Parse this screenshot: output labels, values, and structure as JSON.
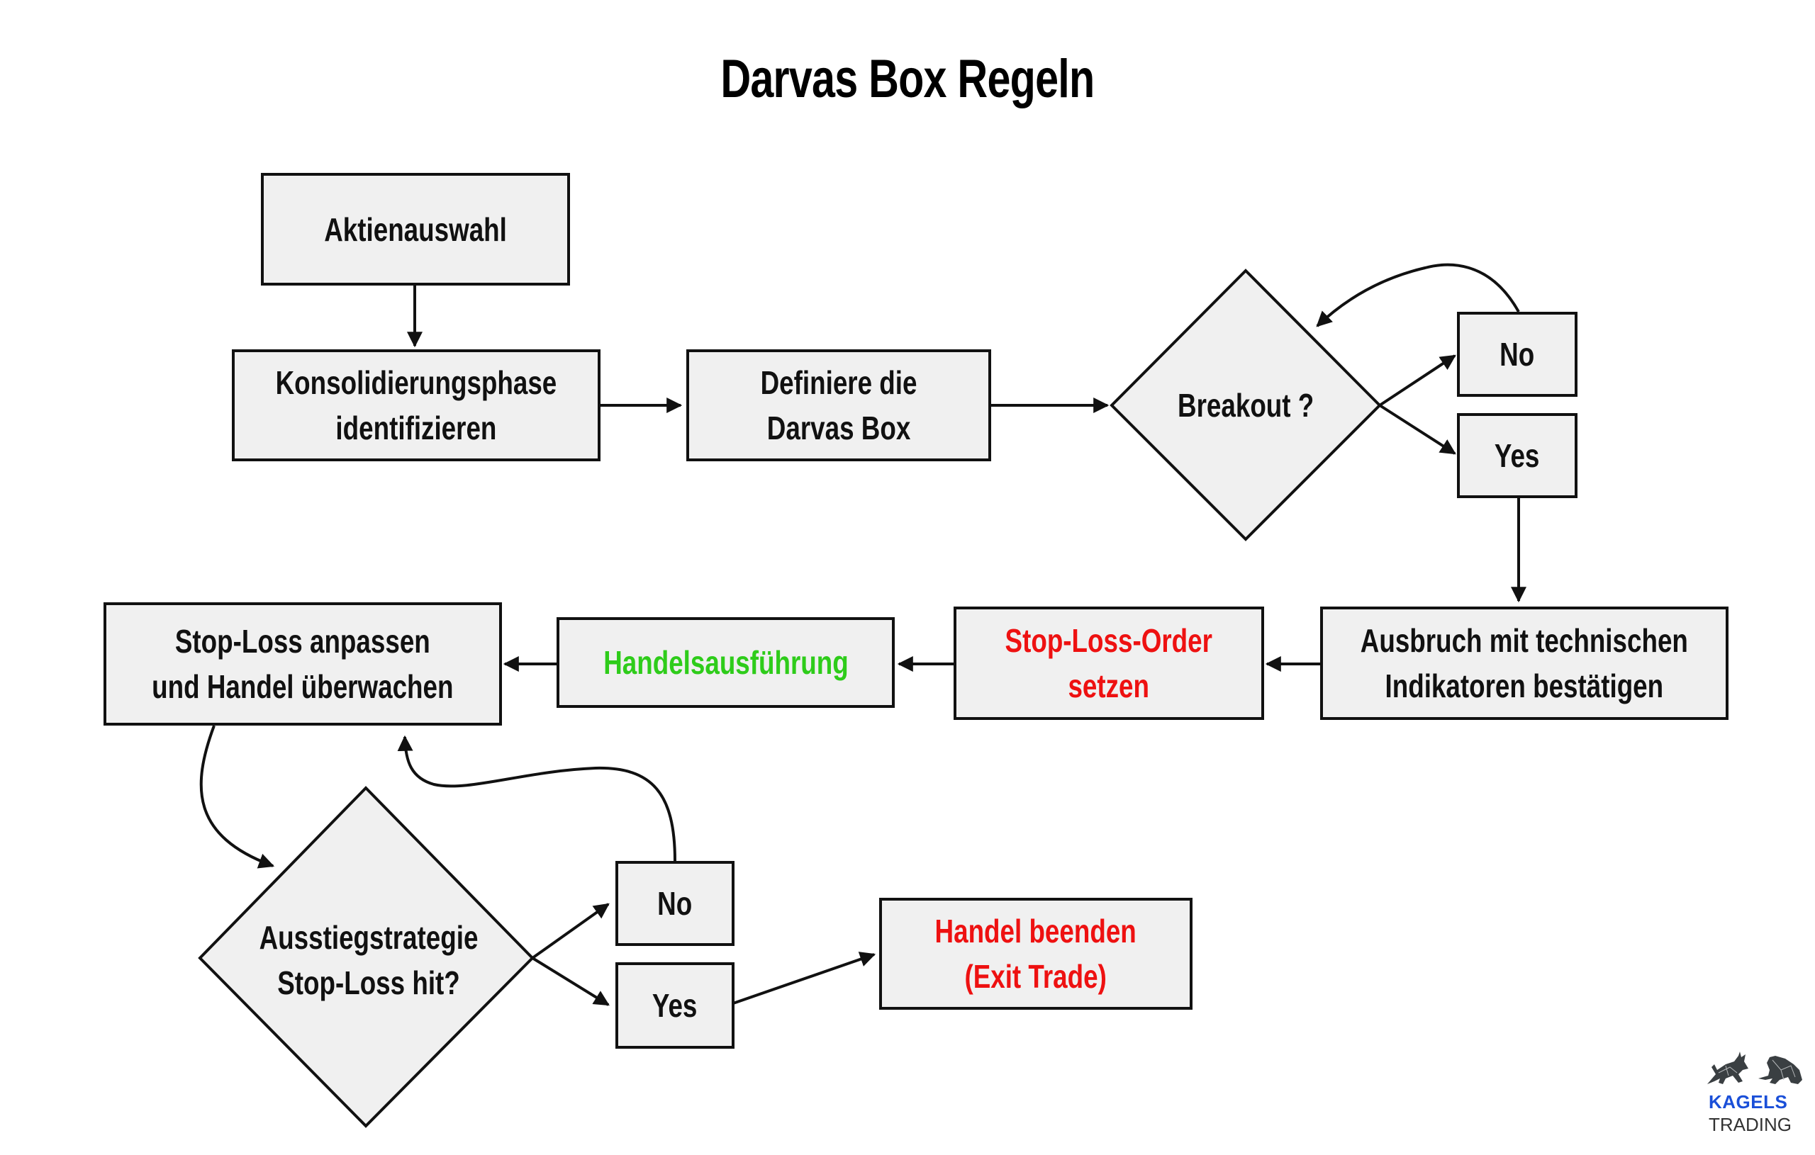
{
  "title": "Darvas Box Regeln",
  "colors": {
    "node_fill": "#f0f0f0",
    "stroke": "#111111",
    "text_default": "#111111",
    "text_red": "#ee1111",
    "text_green": "#2ecc1a",
    "logo_blue": "#1a4fd8",
    "logo_gray": "#333333"
  },
  "nodes": {
    "aktienauswahl": {
      "lines": [
        "Aktienauswahl"
      ],
      "shape": "box",
      "color": "default"
    },
    "konsolidierung": {
      "lines": [
        "Konsolidierungsphase",
        "identifizieren"
      ],
      "shape": "box",
      "color": "default"
    },
    "definiere": {
      "lines": [
        "Definiere die",
        "Darvas Box"
      ],
      "shape": "box",
      "color": "default"
    },
    "breakout": {
      "lines": [
        "Breakout ?"
      ],
      "shape": "diamond",
      "color": "default"
    },
    "breakout_no": {
      "lines": [
        "No"
      ],
      "shape": "box",
      "color": "default"
    },
    "breakout_yes": {
      "lines": [
        "Yes"
      ],
      "shape": "box",
      "color": "default"
    },
    "ausbruch": {
      "lines": [
        "Ausbruch mit technischen",
        "Indikatoren bestätigen"
      ],
      "shape": "box",
      "color": "default"
    },
    "stop_loss_order": {
      "lines": [
        "Stop-Loss-Order",
        "setzen"
      ],
      "shape": "box",
      "color": "red"
    },
    "handelsausfuehrung": {
      "lines": [
        "Handelsausführung"
      ],
      "shape": "box",
      "color": "green"
    },
    "stop_loss_anpassen": {
      "lines": [
        "Stop-Loss anpassen",
        "und Handel überwachen"
      ],
      "shape": "box",
      "color": "default"
    },
    "ausstieg": {
      "lines": [
        "Ausstiegstrategie",
        "Stop-Loss hit?"
      ],
      "shape": "diamond",
      "color": "default"
    },
    "ausstieg_no": {
      "lines": [
        "No"
      ],
      "shape": "box",
      "color": "default"
    },
    "ausstieg_yes": {
      "lines": [
        "Yes"
      ],
      "shape": "box",
      "color": "default"
    },
    "handel_beenden": {
      "lines": [
        "Handel beenden",
        "(Exit Trade)"
      ],
      "shape": "box",
      "color": "red"
    }
  },
  "edges": [
    {
      "from": "aktienauswahl",
      "to": "konsolidierung"
    },
    {
      "from": "konsolidierung",
      "to": "definiere"
    },
    {
      "from": "definiere",
      "to": "breakout"
    },
    {
      "from": "breakout",
      "to": "breakout_no"
    },
    {
      "from": "breakout",
      "to": "breakout_yes"
    },
    {
      "from": "breakout_no",
      "to": "breakout",
      "style": "curved"
    },
    {
      "from": "breakout_yes",
      "to": "ausbruch"
    },
    {
      "from": "ausbruch",
      "to": "stop_loss_order"
    },
    {
      "from": "stop_loss_order",
      "to": "handelsausfuehrung"
    },
    {
      "from": "handelsausfuehrung",
      "to": "stop_loss_anpassen"
    },
    {
      "from": "stop_loss_anpassen",
      "to": "ausstieg",
      "style": "curved"
    },
    {
      "from": "ausstieg",
      "to": "ausstieg_no"
    },
    {
      "from": "ausstieg",
      "to": "ausstieg_yes"
    },
    {
      "from": "ausstieg_no",
      "to": "stop_loss_anpassen",
      "style": "curved"
    },
    {
      "from": "ausstieg_yes",
      "to": "handel_beenden"
    }
  ],
  "logo": {
    "line1": "KAGELS",
    "line2": "TRADING",
    "icons": [
      "bull-icon",
      "bear-icon"
    ]
  }
}
